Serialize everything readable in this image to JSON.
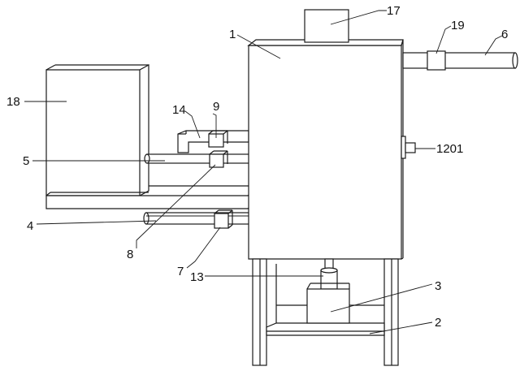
{
  "labels": {
    "l1": "1",
    "l2": "2",
    "l3": "3",
    "l4": "4",
    "l5": "5",
    "l6": "6",
    "l7": "7",
    "l8": "8",
    "l9": "9",
    "l13": "13",
    "l14": "14",
    "l17": "17",
    "l18": "18",
    "l19": "19",
    "l1201": "1201"
  }
}
